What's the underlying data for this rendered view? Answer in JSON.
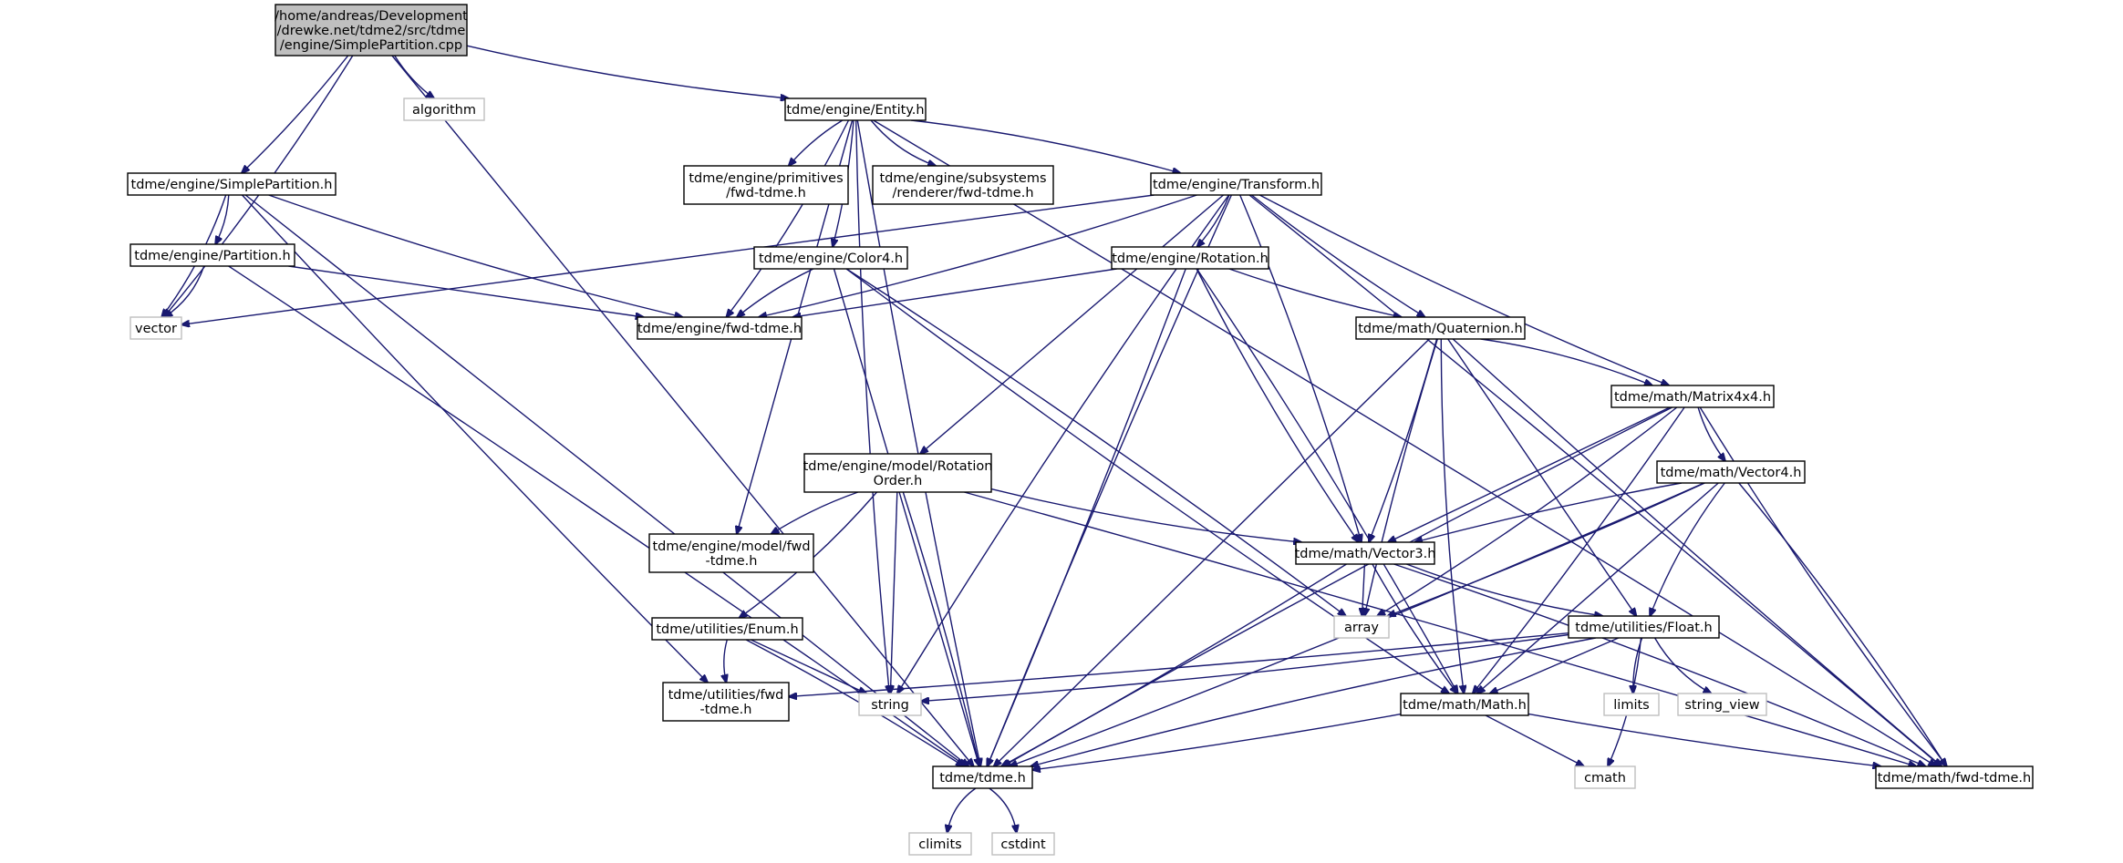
{
  "colors": {
    "edge": "#191970",
    "node_border": "#000000",
    "external_border": "#bfbfbf",
    "root_fill": "#bfbfbf",
    "node_fill": "#ffffff"
  },
  "nodes": [
    {
      "id": "root",
      "lines": [
        "/home/andreas/Development",
        "/drewke.net/tdme2/src/tdme",
        "/engine/SimplePartition.cpp"
      ],
      "kind": "root"
    },
    {
      "id": "vector",
      "lines": [
        "vector"
      ],
      "kind": "external"
    },
    {
      "id": "simplepartition_h",
      "lines": [
        "tdme/engine/SimplePartition.h"
      ],
      "kind": "header"
    },
    {
      "id": "tdme_h",
      "lines": [
        "tdme/tdme.h"
      ],
      "kind": "header"
    },
    {
      "id": "algorithm",
      "lines": [
        "algorithm"
      ],
      "kind": "external"
    },
    {
      "id": "entity_h",
      "lines": [
        "tdme/engine/Entity.h"
      ],
      "kind": "header"
    },
    {
      "id": "partition_h",
      "lines": [
        "tdme/engine/Partition.h"
      ],
      "kind": "header"
    },
    {
      "id": "utilities_fwd",
      "lines": [
        "tdme/utilities/fwd",
        "-tdme.h"
      ],
      "kind": "header"
    },
    {
      "id": "engine_fwd",
      "lines": [
        "tdme/engine/fwd-tdme.h"
      ],
      "kind": "header"
    },
    {
      "id": "climits",
      "lines": [
        "climits"
      ],
      "kind": "external"
    },
    {
      "id": "cstdint",
      "lines": [
        "cstdint"
      ],
      "kind": "external"
    },
    {
      "id": "color4_h",
      "lines": [
        "tdme/engine/Color4.h"
      ],
      "kind": "header"
    },
    {
      "id": "model_fwd",
      "lines": [
        "tdme/engine/model/fwd",
        "-tdme.h"
      ],
      "kind": "header"
    },
    {
      "id": "primitives_fwd",
      "lines": [
        "tdme/engine/primitives",
        "/fwd-tdme.h"
      ],
      "kind": "header"
    },
    {
      "id": "renderer_fwd",
      "lines": [
        "tdme/engine/subsystems",
        "/renderer/fwd-tdme.h"
      ],
      "kind": "header"
    },
    {
      "id": "transform_h",
      "lines": [
        "tdme/engine/Transform.h"
      ],
      "kind": "header"
    },
    {
      "id": "math_fwd",
      "lines": [
        "tdme/math/fwd-tdme.h"
      ],
      "kind": "header"
    },
    {
      "id": "string",
      "lines": [
        "string"
      ],
      "kind": "external"
    },
    {
      "id": "array",
      "lines": [
        "array"
      ],
      "kind": "external"
    },
    {
      "id": "math_h",
      "lines": [
        "tdme/math/Math.h"
      ],
      "kind": "header"
    },
    {
      "id": "rotation_h",
      "lines": [
        "tdme/engine/Rotation.h"
      ],
      "kind": "header"
    },
    {
      "id": "rotationorder_h",
      "lines": [
        "tdme/engine/model/Rotation",
        "Order.h"
      ],
      "kind": "header"
    },
    {
      "id": "quaternion_h",
      "lines": [
        "tdme/math/Quaternion.h"
      ],
      "kind": "header"
    },
    {
      "id": "matrix4x4_h",
      "lines": [
        "tdme/math/Matrix4x4.h"
      ],
      "kind": "header"
    },
    {
      "id": "vector3_h",
      "lines": [
        "tdme/math/Vector3.h"
      ],
      "kind": "header"
    },
    {
      "id": "vector4_h",
      "lines": [
        "tdme/math/Vector4.h"
      ],
      "kind": "header"
    },
    {
      "id": "cmath",
      "lines": [
        "cmath"
      ],
      "kind": "external"
    },
    {
      "id": "enum_h",
      "lines": [
        "tdme/utilities/Enum.h"
      ],
      "kind": "header"
    },
    {
      "id": "float_h",
      "lines": [
        "tdme/utilities/Float.h"
      ],
      "kind": "header"
    },
    {
      "id": "limits",
      "lines": [
        "limits"
      ],
      "kind": "external"
    },
    {
      "id": "string_view",
      "lines": [
        "string_view"
      ],
      "kind": "external"
    }
  ],
  "edges": [
    [
      "root",
      "vector"
    ],
    [
      "root",
      "simplepartition_h"
    ],
    [
      "root",
      "tdme_h"
    ],
    [
      "root",
      "algorithm"
    ],
    [
      "root",
      "entity_h"
    ],
    [
      "simplepartition_h",
      "vector"
    ],
    [
      "simplepartition_h",
      "partition_h"
    ],
    [
      "simplepartition_h",
      "tdme_h"
    ],
    [
      "simplepartition_h",
      "utilities_fwd"
    ],
    [
      "simplepartition_h",
      "engine_fwd"
    ],
    [
      "partition_h",
      "vector"
    ],
    [
      "partition_h",
      "tdme_h"
    ],
    [
      "partition_h",
      "engine_fwd"
    ],
    [
      "entity_h",
      "tdme_h"
    ],
    [
      "entity_h",
      "string"
    ],
    [
      "entity_h",
      "engine_fwd"
    ],
    [
      "entity_h",
      "color4_h"
    ],
    [
      "entity_h",
      "model_fwd"
    ],
    [
      "entity_h",
      "primitives_fwd"
    ],
    [
      "entity_h",
      "renderer_fwd"
    ],
    [
      "entity_h",
      "transform_h"
    ],
    [
      "entity_h",
      "math_fwd"
    ],
    [
      "transform_h",
      "vector"
    ],
    [
      "transform_h",
      "tdme_h"
    ],
    [
      "transform_h",
      "string"
    ],
    [
      "transform_h",
      "engine_fwd"
    ],
    [
      "transform_h",
      "rotation_h"
    ],
    [
      "transform_h",
      "rotationorder_h"
    ],
    [
      "transform_h",
      "quaternion_h"
    ],
    [
      "transform_h",
      "matrix4x4_h"
    ],
    [
      "transform_h",
      "vector3_h"
    ],
    [
      "transform_h",
      "math_fwd"
    ],
    [
      "color4_h",
      "tdme_h"
    ],
    [
      "color4_h",
      "engine_fwd"
    ],
    [
      "color4_h",
      "math_h"
    ],
    [
      "color4_h",
      "array"
    ],
    [
      "rotation_h",
      "tdme_h"
    ],
    [
      "rotation_h",
      "engine_fwd"
    ],
    [
      "rotation_h",
      "quaternion_h"
    ],
    [
      "rotation_h",
      "vector3_h"
    ],
    [
      "rotation_h",
      "math_h"
    ],
    [
      "rotationorder_h",
      "tdme_h"
    ],
    [
      "rotationorder_h",
      "string"
    ],
    [
      "rotationorder_h",
      "model_fwd"
    ],
    [
      "rotationorder_h",
      "vector3_h"
    ],
    [
      "rotationorder_h",
      "enum_h"
    ],
    [
      "rotationorder_h",
      "math_fwd"
    ],
    [
      "quaternion_h",
      "tdme_h"
    ],
    [
      "quaternion_h",
      "array"
    ],
    [
      "quaternion_h",
      "math_h"
    ],
    [
      "quaternion_h",
      "matrix4x4_h"
    ],
    [
      "quaternion_h",
      "vector3_h"
    ],
    [
      "quaternion_h",
      "float_h"
    ],
    [
      "quaternion_h",
      "math_fwd"
    ],
    [
      "matrix4x4_h",
      "tdme_h"
    ],
    [
      "matrix4x4_h",
      "array"
    ],
    [
      "matrix4x4_h",
      "math_h"
    ],
    [
      "matrix4x4_h",
      "vector3_h"
    ],
    [
      "matrix4x4_h",
      "vector4_h"
    ],
    [
      "matrix4x4_h",
      "math_fwd"
    ],
    [
      "vector4_h",
      "tdme_h"
    ],
    [
      "vector4_h",
      "array"
    ],
    [
      "vector4_h",
      "math_h"
    ],
    [
      "vector4_h",
      "vector3_h"
    ],
    [
      "vector4_h",
      "float_h"
    ],
    [
      "vector4_h",
      "math_fwd"
    ],
    [
      "vector3_h",
      "tdme_h"
    ],
    [
      "vector3_h",
      "array"
    ],
    [
      "vector3_h",
      "math_h"
    ],
    [
      "vector3_h",
      "float_h"
    ],
    [
      "vector3_h",
      "math_fwd"
    ],
    [
      "enum_h",
      "tdme_h"
    ],
    [
      "enum_h",
      "string"
    ],
    [
      "enum_h",
      "utilities_fwd"
    ],
    [
      "float_h",
      "tdme_h"
    ],
    [
      "float_h",
      "string"
    ],
    [
      "float_h",
      "utilities_fwd"
    ],
    [
      "float_h",
      "math_h"
    ],
    [
      "float_h",
      "limits"
    ],
    [
      "float_h",
      "string_view"
    ],
    [
      "float_h",
      "cmath"
    ],
    [
      "math_h",
      "tdme_h"
    ],
    [
      "math_h",
      "cmath"
    ],
    [
      "math_h",
      "math_fwd"
    ],
    [
      "tdme_h",
      "climits"
    ],
    [
      "tdme_h",
      "cstdint"
    ]
  ]
}
